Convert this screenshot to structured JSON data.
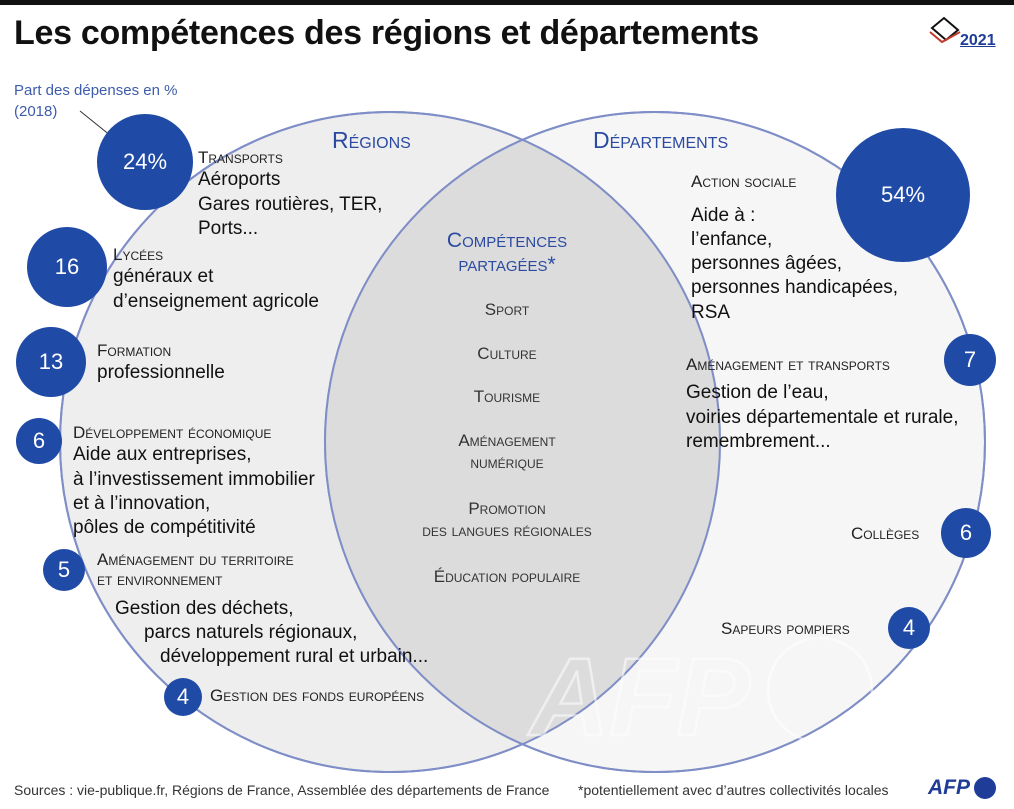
{
  "title": "Les compétences des régions et départements",
  "year_badge": "2021",
  "legend_note": [
    "Part des dépenses en %",
    "(2018)"
  ],
  "colors": {
    "bubble": "#1f4aa6",
    "heading": "#2b4aa2",
    "set_fill": "#eeeeee",
    "overlap_fill": "#dcdcdc",
    "outline": "#7f8ec6"
  },
  "sets": {
    "regions": "Régions",
    "departements": "Départements",
    "shared_title": [
      "Compétences",
      "partagées*"
    ]
  },
  "regions": [
    {
      "pct": "24%",
      "category": "Transports",
      "details": [
        "Aéroports",
        "Gares routières, TER,",
        "Ports..."
      ]
    },
    {
      "pct": "16",
      "category": "Lycées",
      "details": [
        "généraux et",
        "d’enseignement agricole"
      ]
    },
    {
      "pct": "13",
      "category": "Formation",
      "details": [
        "professionnelle"
      ]
    },
    {
      "pct": "6",
      "category": "Développement économique",
      "details": [
        "Aide aux entreprises,",
        "à l’investissement immobilier",
        "et à l’innovation,",
        "pôles de compétitivité"
      ]
    },
    {
      "pct": "5",
      "category": [
        "Aménagement du territoire",
        "et environnement"
      ],
      "details": [
        "Gestion des déchets,",
        "parcs naturels régionaux,",
        "développement rural et urbain..."
      ]
    },
    {
      "pct": "4",
      "category": "Gestion des fonds européens",
      "details": []
    }
  ],
  "departements": [
    {
      "pct": "54%",
      "category": "Action sociale",
      "details": [
        "Aide à :",
        "l’enfance,",
        "personnes âgées,",
        "personnes handicapées,",
        "RSA"
      ]
    },
    {
      "pct": "7",
      "category": "Aménagement et transports",
      "details": [
        "Gestion de l’eau,",
        "voiries départementale et rurale,",
        "remembrement..."
      ]
    },
    {
      "pct": "6",
      "category": "Collèges",
      "details": []
    },
    {
      "pct": "4",
      "category": "Sapeurs pompiers",
      "details": []
    }
  ],
  "shared": [
    "Sport",
    "Culture",
    "Tourisme",
    [
      "Aménagement",
      "numérique"
    ],
    [
      "Promotion",
      "des langues régionales"
    ],
    "Éducation populaire"
  ],
  "footer": {
    "sources": "Sources : vie-publique.fr, Régions de France, Assemblée des départements de France",
    "note": "*potentiellement avec d’autres collectivités locales",
    "logo": "AFP"
  }
}
